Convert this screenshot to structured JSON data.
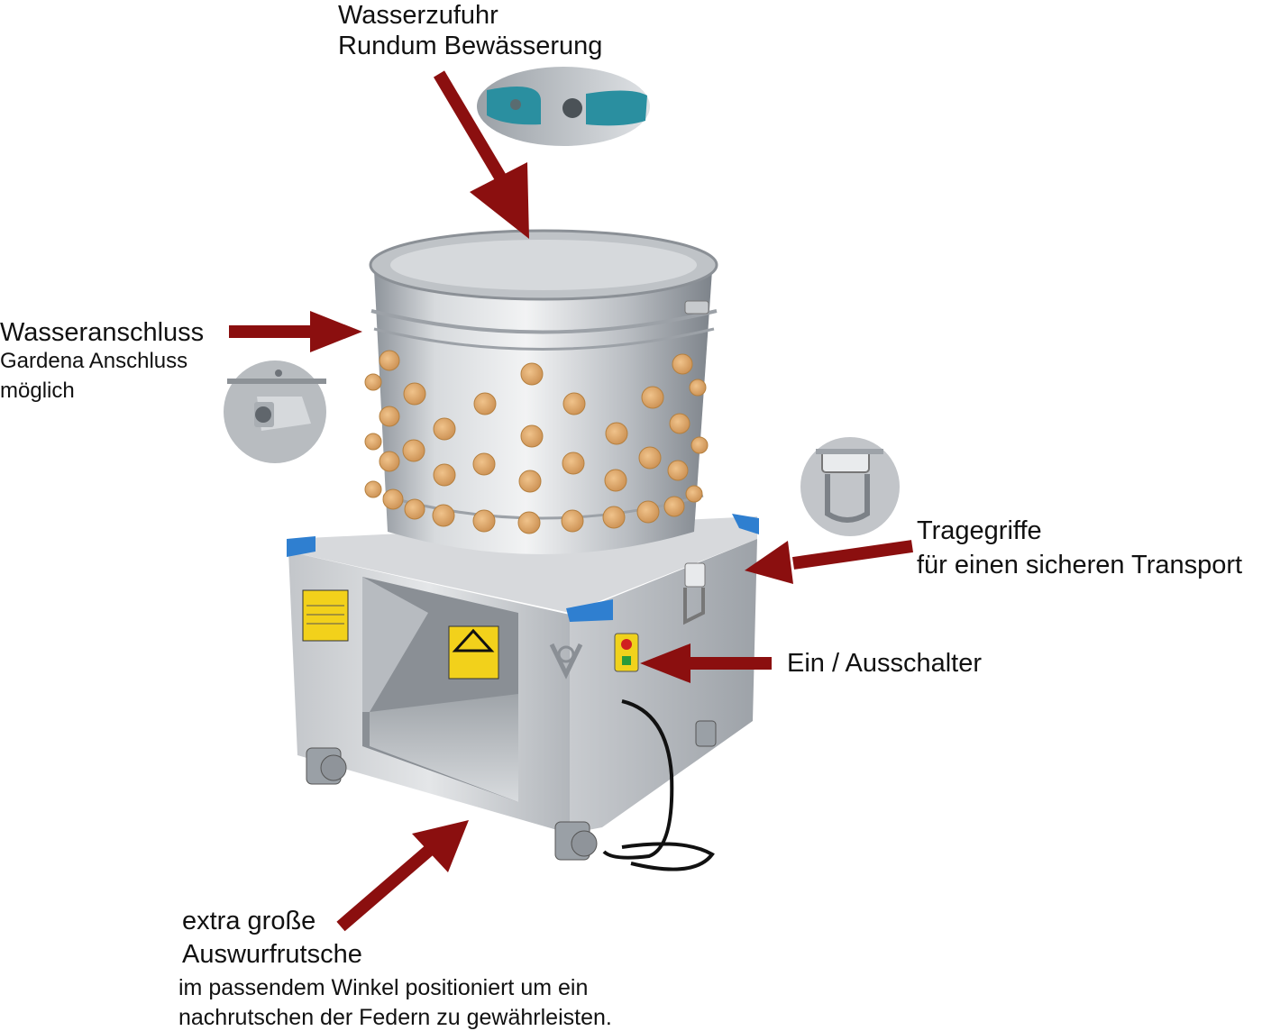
{
  "callouts": {
    "water_supply": {
      "title": "Wasserzufuhr",
      "subtitle": "Rundum Bewässerung"
    },
    "water_connection": {
      "title": "Wasseranschluss",
      "line2": "Gardena Anschluss",
      "line3": "möglich"
    },
    "handles": {
      "title": "Tragegriffe",
      "subtitle": "für einen sicheren Transport"
    },
    "switch": {
      "title": "Ein / Ausschalter"
    },
    "chute": {
      "title_line1": "extra große",
      "title_line2": "Auswurfrutsche",
      "desc_line1": "im passendem Winkel positioniert um ein",
      "desc_line2": "nachrutschen der Federn zu gewährleisten."
    }
  },
  "colors": {
    "arrow": "#8b0f0f",
    "steel": "#c9ccd0",
    "finger": "#d9a468",
    "corner_guard": "#2f7fd0",
    "warning": "#f2d11b"
  },
  "icons": {
    "arrows": "arrow-icon",
    "warning_label": "warning-icon",
    "power_switch": "power-switch-icon"
  }
}
